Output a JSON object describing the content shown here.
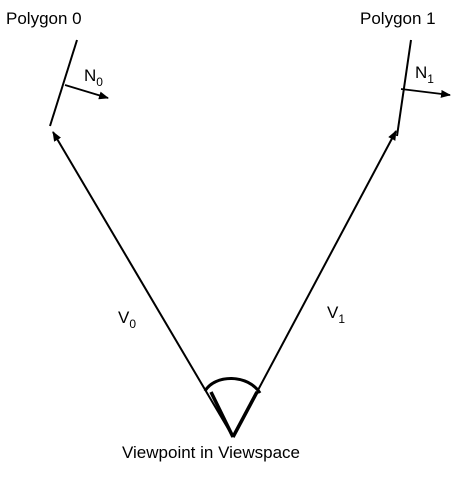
{
  "diagram": {
    "polygons": [
      {
        "label": "Polygon 0",
        "normal": {
          "letter": "N",
          "subscript": "0"
        },
        "view_vector": {
          "letter": "V",
          "subscript": "0"
        }
      },
      {
        "label": "Polygon 1",
        "normal": {
          "letter": "N",
          "subscript": "1"
        },
        "view_vector": {
          "letter": "V",
          "subscript": "1"
        }
      }
    ],
    "viewpoint_label": "Viewpoint in Viewspace"
  }
}
